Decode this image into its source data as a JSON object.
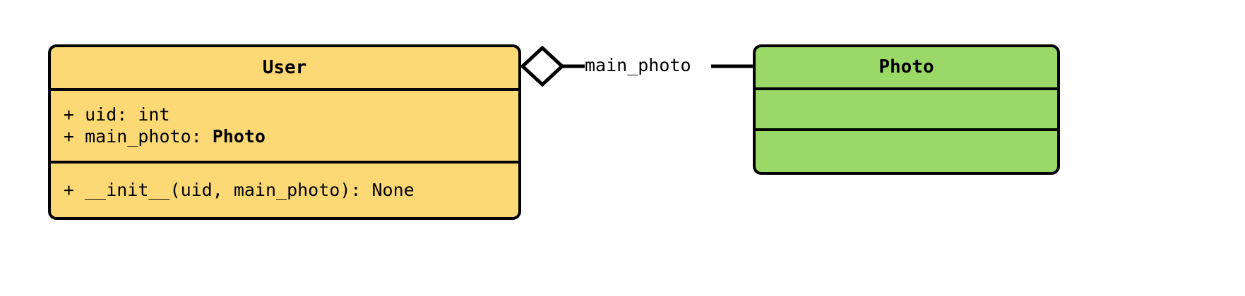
{
  "diagram": {
    "type": "uml-class-diagram",
    "background": "#ffffff",
    "classes": [
      {
        "name": "User",
        "fill": "#fcd975",
        "stroke": "#000000",
        "attributes": [
          {
            "visibility": "+",
            "text": "+ uid: int",
            "plain": "+ uid: ",
            "emphasis": ""
          },
          {
            "visibility": "+",
            "text": "+ main_photo: Photo",
            "plain": "+ main_photo: ",
            "emphasis": "Photo"
          }
        ],
        "methods": [
          {
            "visibility": "+",
            "text": "+ __init__(uid, main_photo): None"
          }
        ]
      },
      {
        "name": "Photo",
        "fill": "#9ad968",
        "stroke": "#000000",
        "attributes": [],
        "methods": []
      }
    ],
    "relationships": [
      {
        "kind": "aggregation",
        "source": "User",
        "target": "Photo",
        "label": "main_photo",
        "diamond": "hollow"
      }
    ]
  },
  "user_class": {
    "title": "User",
    "attr_1_prefix": "+ uid: int",
    "attr_2_prefix": "+ main_photo: ",
    "attr_2_type": "Photo",
    "method_1": "+ __init__(uid, main_photo): None"
  },
  "photo_class": {
    "title": "Photo",
    "attributes_empty": "",
    "methods_empty": ""
  },
  "association": {
    "label": "main_photo"
  }
}
